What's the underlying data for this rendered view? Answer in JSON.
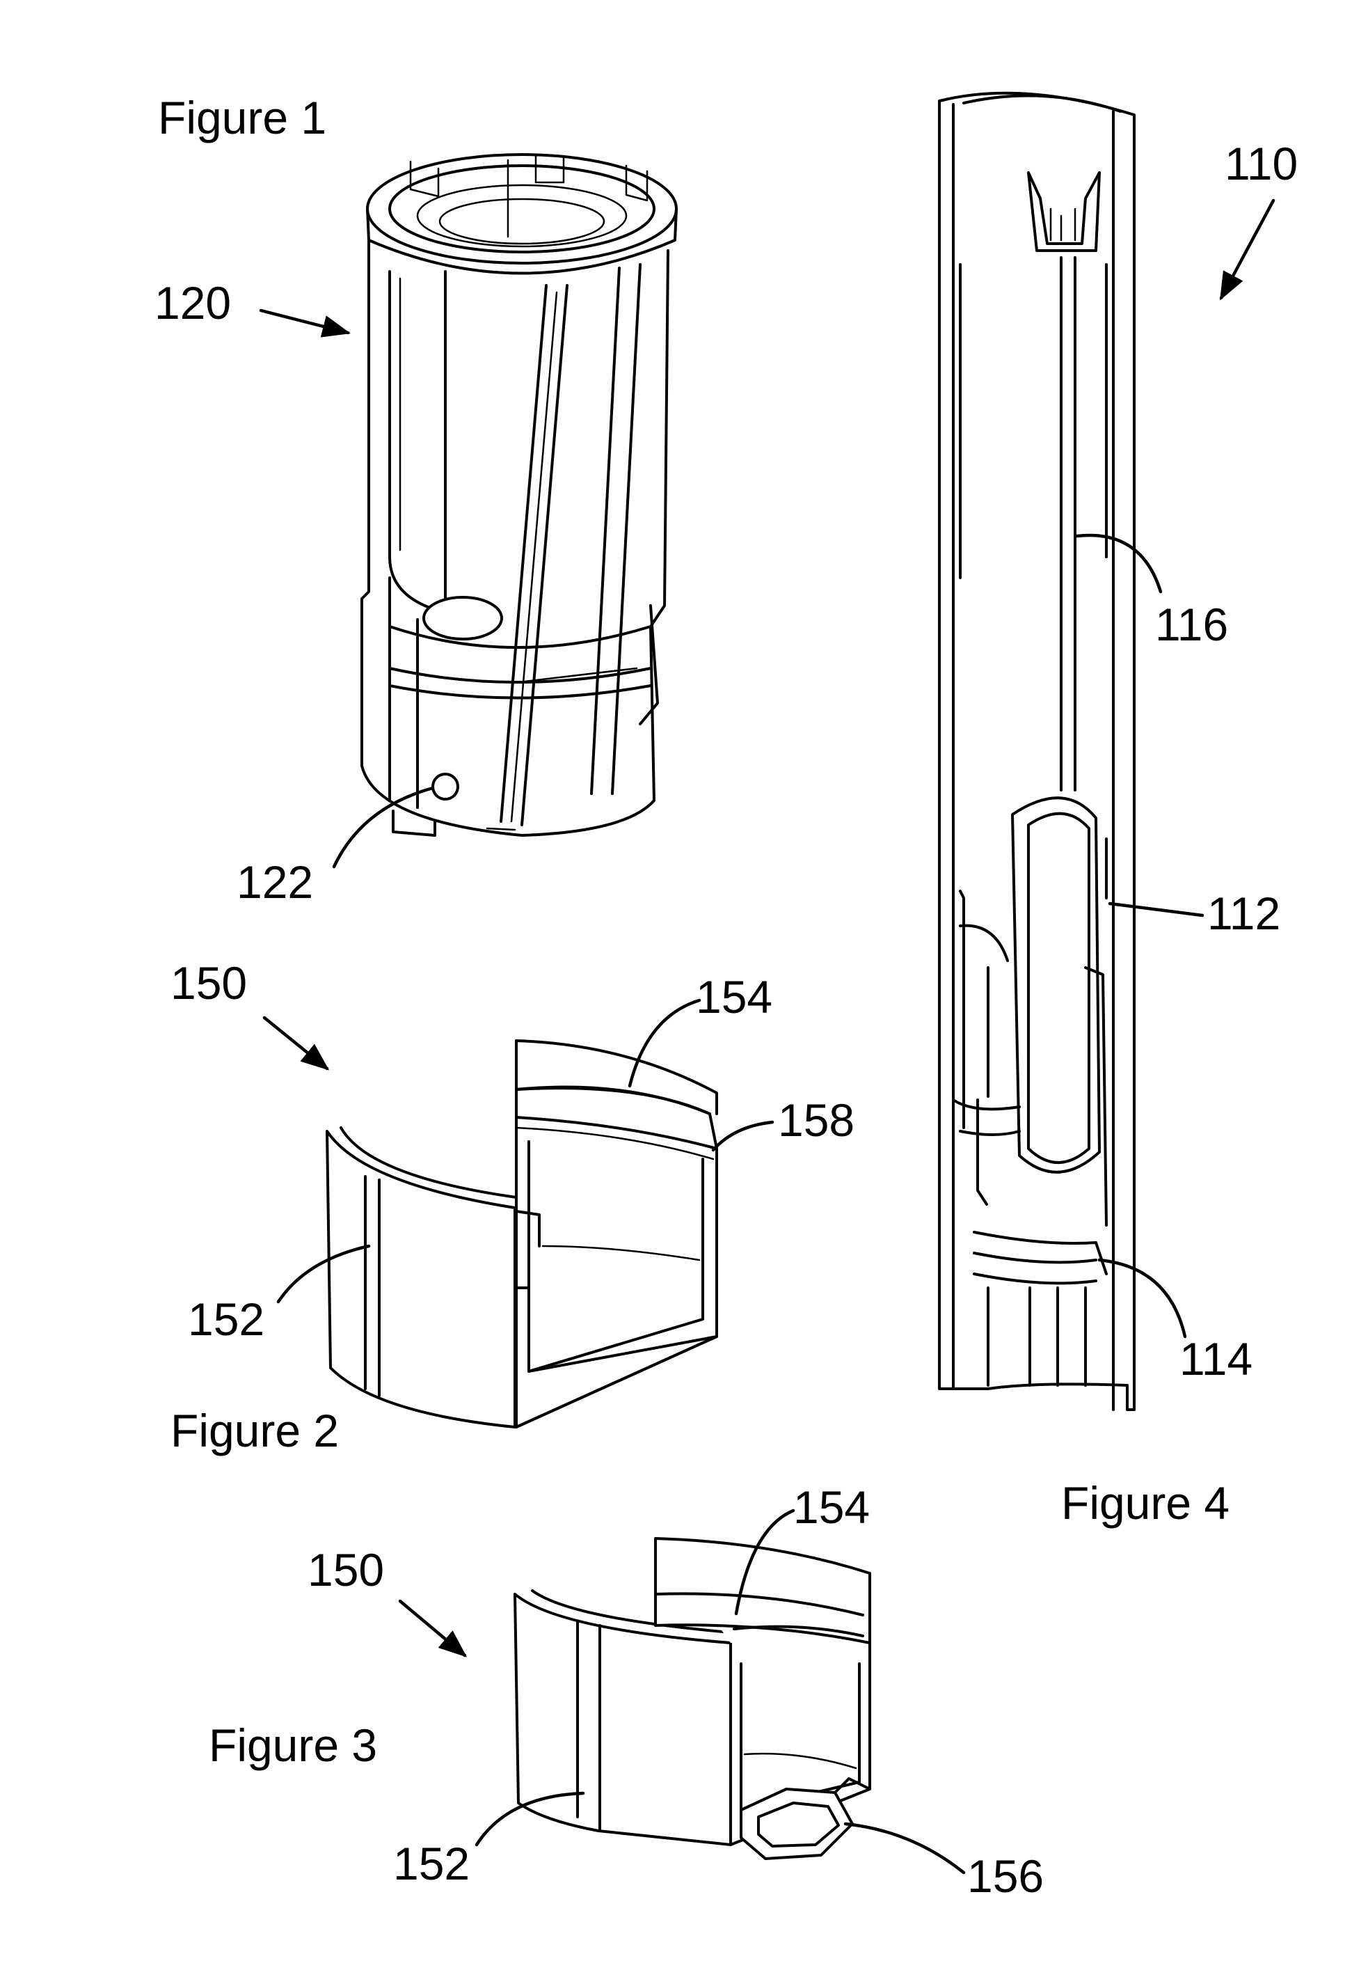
{
  "figures": {
    "fig1": {
      "caption": "Figure 1",
      "labels": {
        "body": "120",
        "pin": "122"
      }
    },
    "fig2": {
      "caption": "Figure 2",
      "labels": {
        "assembly": "150",
        "rib": "152",
        "ledge": "154",
        "step": "158"
      }
    },
    "fig3": {
      "caption": "Figure 3",
      "labels": {
        "assembly": "150",
        "ledge": "154",
        "rib": "152",
        "clip": "156"
      }
    },
    "fig4": {
      "caption": "Figure 4",
      "labels": {
        "tube": "110",
        "channel": "116",
        "window": "112",
        "collar": "114"
      }
    }
  }
}
